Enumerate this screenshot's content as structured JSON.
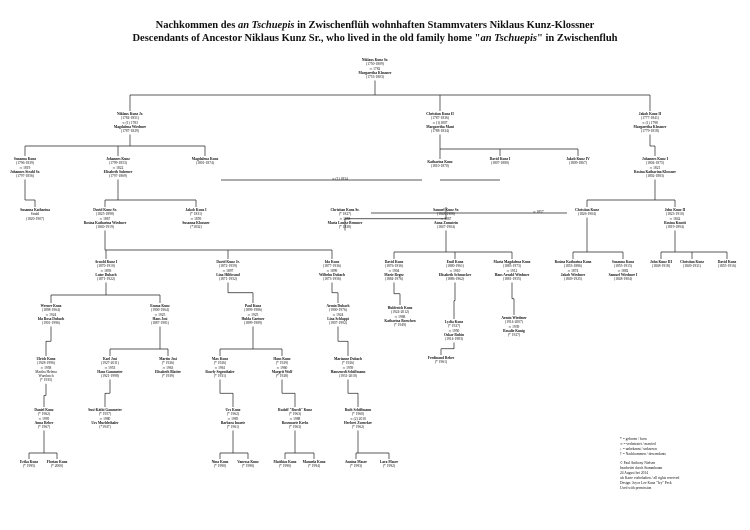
{
  "title": {
    "line1_a": "Nachkommen des ",
    "line1_em": "an Tschuepis",
    "line1_b": " in Zwischenflüh wohnhaften Stammvaters Niklaus Kunz-Klossner",
    "line2_a": "Descendants of Ancestor Niklaus Kunz Sr., who lived in the old family home \"",
    "line2_em": "an Tschuepis",
    "line2_b": "\" in Zwischenfluh"
  },
  "marriage_labels": [
    {
      "id": "m1",
      "text": "∞ (1) 1834"
    },
    {
      "id": "m2",
      "text": "∞ 1857"
    }
  ],
  "people": [
    {
      "id": "root",
      "lines": [
        "Niklaus Kunz Sr.",
        "(1750-1809)",
        "∞ 1782",
        "Margaretha Klossner",
        "(1753-1803)"
      ]
    },
    {
      "id": "nikjr",
      "lines": [
        "Niklaus Kunz Jr.",
        "(1784-1851)",
        "∞ (1) 1783",
        "Magdalena Wiedmer",
        "(1787-1829)"
      ]
    },
    {
      "id": "chr2",
      "lines": [
        "Christian Kunz II",
        "(1787-1836)",
        "∞ (1)1807",
        "Margaretha Mani",
        "(1788-1834)"
      ]
    },
    {
      "id": "jak2",
      "lines": [
        "Jakob Kunz II",
        "(1777-1841)",
        "∞ (1) 1798",
        "Margaretha Klossner",
        "(1779-1818)"
      ]
    },
    {
      "id": "sus1",
      "lines": [
        "Susanna Kunz",
        "(1796-1839)",
        "∞ 1819",
        "Johannes Strahl Sr.",
        "(1797-1856)"
      ]
    },
    {
      "id": "joh1",
      "lines": [
        "Johannes Kunz",
        "(1799-1853)",
        "∞ 1822",
        "Elisabeth Sulzener",
        "(1797-1869)"
      ]
    },
    {
      "id": "mag1",
      "lines": [
        "Magdalena Kunz",
        "(1801-1874)"
      ]
    },
    {
      "id": "kath1",
      "lines": [
        "Katharina Kunz",
        "(1810-1870)"
      ]
    },
    {
      "id": "davidI",
      "lines": [
        "David Kunz I",
        "(1807-1880)"
      ]
    },
    {
      "id": "jak4",
      "lines": [
        "Jakob Kunz IV",
        "(1809-1867)"
      ]
    },
    {
      "id": "johI",
      "lines": [
        "Johannes Kunz I",
        "(1804-1875)",
        "∞ 1821",
        "Rosina Katharina Klossner",
        "(1802-1883)"
      ]
    },
    {
      "id": "susk",
      "lines": [
        "Susanna Katharina",
        "Strahl",
        "(1820-1907)"
      ]
    },
    {
      "id": "davsr",
      "lines": [
        "David Kunz Sr.",
        "(1825-1898)",
        "∞ 1867",
        "Rosina Katharina Wiedmer",
        "(1840-1919)"
      ]
    },
    {
      "id": "jak1",
      "lines": [
        "Jakob Kunz I",
        "(* 1831)",
        "∞ 1859",
        "Susanna Klossner",
        "(*1832)"
      ]
    },
    {
      "id": "chrsr",
      "lines": [
        "Christian Kunz Sr.",
        "(* 1827)",
        "∞ 1858",
        "Maria Louise Brunner",
        "(* 1838)"
      ]
    },
    {
      "id": "samsr",
      "lines": [
        "Samuel Kunz Sr.",
        "(1843-1906)",
        "∞ 1867",
        "Anna Zumstein",
        "(1847-1904)"
      ]
    },
    {
      "id": "chrk",
      "lines": [
        "Christian Kunz",
        "(1826-1904)"
      ]
    },
    {
      "id": "joh2",
      "lines": [
        "John Kunz II",
        "(1823-1910)",
        "∞ 1842",
        "Rosina Knutti",
        "(1819-1894)"
      ]
    },
    {
      "id": "arn1",
      "lines": [
        "Arnold Kunz I",
        "(1870-1910)",
        "∞ 1893",
        "Luise Dubach",
        "(1871-1922)"
      ]
    },
    {
      "id": "davjr",
      "lines": [
        "David Kunz Jr.",
        "(1872-1959)",
        "∞ 1897",
        "Lina Hiltbrand",
        "(1871-1952)"
      ]
    },
    {
      "id": "ida",
      "lines": [
        "Ida Kunz",
        "(1877-1936)",
        "∞ 1899",
        "Wilhelm Dubach",
        "(1873-1956)"
      ]
    },
    {
      "id": "davk",
      "lines": [
        "David Kunz",
        "(1876-1936)",
        "∞ 1904",
        "Marie Regez",
        "(1884-1976)"
      ]
    },
    {
      "id": "emil",
      "lines": [
        "Emil Kunz",
        "(1880-1961)",
        "∞ 1910",
        "Elisabeth Schmocker",
        "(1886-1962)"
      ]
    },
    {
      "id": "marm",
      "lines": [
        "Maria Magdalena Kunz",
        "(1883-1973)",
        "∞ 1912",
        "Hans Arnold Wiedmer",
        "(1881-1955)"
      ]
    },
    {
      "id": "rosk",
      "lines": [
        "Rosina Katharina Kunz",
        "(1853-1886)",
        "∞ 1874",
        "Jakob Wiedmer",
        "(1849-1925)"
      ]
    },
    {
      "id": "susk2",
      "lines": [
        "Susanna Kunz",
        "(1855-1915)",
        "∞ 1882",
        "Samuel Wiedmer I",
        "(1848-1904)"
      ]
    },
    {
      "id": "john3",
      "lines": [
        "John Kunz III",
        "(1848-1918)"
      ]
    },
    {
      "id": "chrk2",
      "lines": [
        "Christian Kunz",
        "(1849-1931)"
      ]
    },
    {
      "id": "davk2",
      "lines": [
        "David Kunz",
        "(1855-1916)"
      ]
    },
    {
      "id": "werner",
      "lines": [
        "Werner Kunz",
        "(1898-1964)",
        "∞ 1924",
        "Ida Rosa Dubach",
        "(1901-1996)"
      ]
    },
    {
      "id": "emma",
      "lines": [
        "Emma Kunz",
        "(1900-1964)",
        "∞ 1925",
        "Hans Josi",
        "(1887-1981)"
      ]
    },
    {
      "id": "paul",
      "lines": [
        "Paul Kunz",
        "(1899-1986)",
        "∞ 1925",
        "Hulda Gartner",
        "(1899-1989)"
      ]
    },
    {
      "id": "armin",
      "lines": [
        "Armin Dubach",
        "(1900-1976)",
        "∞ 1924",
        "Lina Schlappi",
        "(1907-1992)"
      ]
    },
    {
      "id": "hulda",
      "lines": [
        "Huldreich Kunz",
        "(1924-2012)",
        "∞ 1968",
        "Katharina Boeschen",
        "(* 1949)"
      ]
    },
    {
      "id": "lydia",
      "lines": [
        "Lydia Kunz",
        "(* 1927)",
        "∞ 1950",
        "Oskar Rubin",
        "(1914-1983)"
      ]
    },
    {
      "id": "armw",
      "lines": [
        "Armin Wiedmer",
        "(1914-2007)",
        "∞ 1939",
        "Rosalie Kunig",
        "(* 1927)"
      ]
    },
    {
      "id": "ulrich",
      "lines": [
        "Ulrich Kunz",
        "(1928-1996)",
        "∞ 1958",
        "Martha Helena",
        "Wuethrich",
        "(* 1935)"
      ]
    },
    {
      "id": "karl",
      "lines": [
        "Karl Josi",
        "(1927-2011)",
        "∞ 1953",
        "Hans Gammeter",
        "(1921-1998)"
      ]
    },
    {
      "id": "martin",
      "lines": [
        "Martin Josi",
        "(* 1926)",
        "∞ 1963",
        "Elisabeth Blatter",
        "(* 1939)"
      ]
    },
    {
      "id": "max",
      "lines": [
        "Max Kunz",
        "(* 1926)",
        "∞ 1961",
        "Rosely Segenthaler",
        "(* 1931)"
      ]
    },
    {
      "id": "hans",
      "lines": [
        "Hans Kunz",
        "(* 1929)",
        "∞ 1960",
        "Margrit Wolf",
        "(* 1928)"
      ]
    },
    {
      "id": "marianne",
      "lines": [
        "Marianne Dubach",
        "(* 1926)",
        "∞ 1959",
        "Hansruedi Schiffmann",
        "(1931-2010)"
      ]
    },
    {
      "id": "ferd",
      "lines": [
        "Ferdinand Reber",
        "(* 1961)"
      ]
    },
    {
      "id": "daniel",
      "lines": [
        "Daniel Kunz",
        "(* 1962)",
        "∞ 1995",
        "Anna Reber",
        "(* 1967)"
      ]
    },
    {
      "id": "susg",
      "lines": [
        "Susi-Käthi Gammeter",
        "(* 1957)",
        "∞ 1980",
        "Urs Muehlethaler",
        "(*1947)"
      ]
    },
    {
      "id": "urs",
      "lines": [
        "Urs Kunz",
        "(* 1962)",
        "∞ 1985",
        "Barbara Imaeir",
        "(* 1961)"
      ]
    },
    {
      "id": "rudolf",
      "lines": [
        "Rudolf \"Ruedi\" Kunz",
        "(* 1963)",
        "∞ 1988",
        "Rosemarie Krebs",
        "(* 1963)"
      ]
    },
    {
      "id": "ruth",
      "lines": [
        "Ruth Schiffmann",
        "(* 1960)",
        "∞ (2) 2010",
        "Herbert Zurneker",
        "(* 1962)"
      ]
    },
    {
      "id": "erika",
      "lines": [
        "Erika Kunz",
        "(* 1995)"
      ]
    },
    {
      "id": "florian",
      "lines": [
        "Florian Kunz",
        "(* 2000)"
      ]
    },
    {
      "id": "nina",
      "lines": [
        "Nina Kunz",
        "(* 1990)"
      ]
    },
    {
      "id": "vanessa",
      "lines": [
        "Vanessa Kunz",
        "(* 1990)"
      ]
    },
    {
      "id": "matthias",
      "lines": [
        "Matthias Kunz",
        "(* 1990)"
      ]
    },
    {
      "id": "manuela",
      "lines": [
        "Manuela Kunz",
        "(* 1994)"
      ]
    },
    {
      "id": "annina",
      "lines": [
        "Annina Maser",
        "(* 1993)"
      ]
    },
    {
      "id": "lara",
      "lines": [
        "Lara Maser",
        "(* 1992)"
      ]
    }
  ],
  "legend_notes": [
    "* = geboren / born",
    "∞ = verheiratet / married",
    "↓ = unbekannt / unknown",
    "† = Nachkommen / descendants",
    "© Paul Anthony Nielsen",
    "bearbeitet durch Stammbaum",
    "24 August bei 2014",
    "als Karte vorbehalten / all rights reserved",
    "Design: Joyce Lee Kunz \"Ivy\" Peck",
    "Used with permission"
  ]
}
